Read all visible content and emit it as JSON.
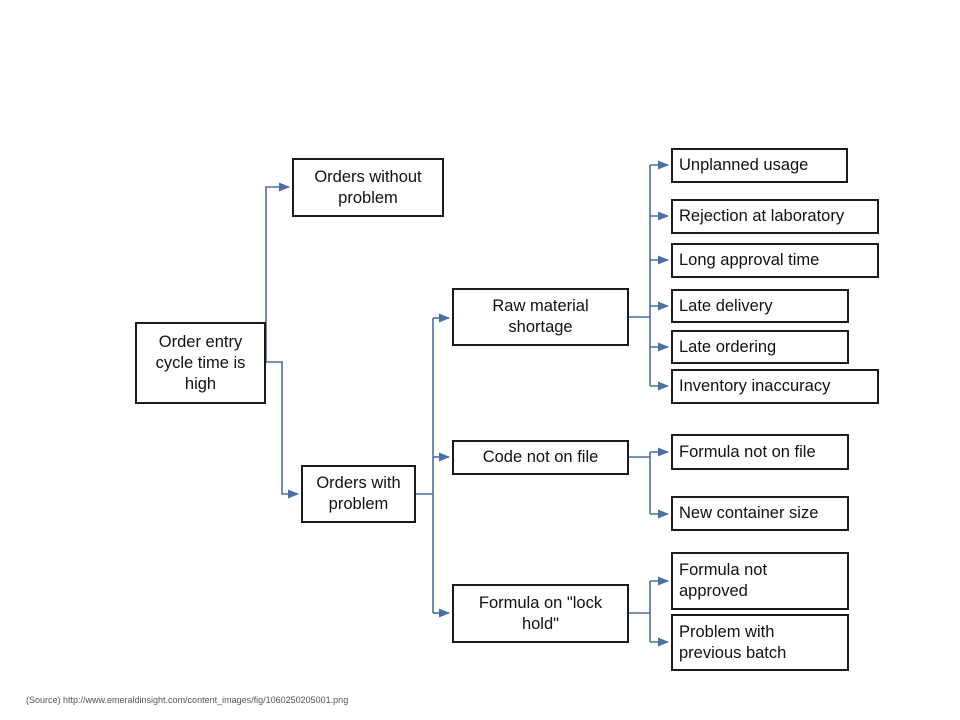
{
  "diagram": {
    "type": "tree",
    "connector_color": "#4a6fa5",
    "nodes": {
      "root": "Order entry\ncycle time is\nhigh",
      "without_problem": "Orders without\nproblem",
      "with_problem": "Orders with\nproblem",
      "raw_material": "Raw material\nshortage",
      "code_not_on_file": "Code not on file",
      "lock_hold": "Formula on \"lock\nhold\"",
      "unplanned_usage": "Unplanned usage",
      "rejection_lab": "Rejection at laboratory",
      "long_approval": "Long approval time",
      "late_delivery": "Late delivery",
      "late_ordering": "Late ordering",
      "inventory_inaccuracy": "Inventory inaccuracy",
      "formula_not_on_file": "Formula not on file",
      "new_container": "New container size",
      "formula_not_approved": "Formula not\napproved",
      "problem_previous_batch": "Problem with\nprevious batch"
    }
  },
  "footer": {
    "source": "(Source) http://www.emeraldinsight.com/content_images/fig/1060250205001.png"
  }
}
